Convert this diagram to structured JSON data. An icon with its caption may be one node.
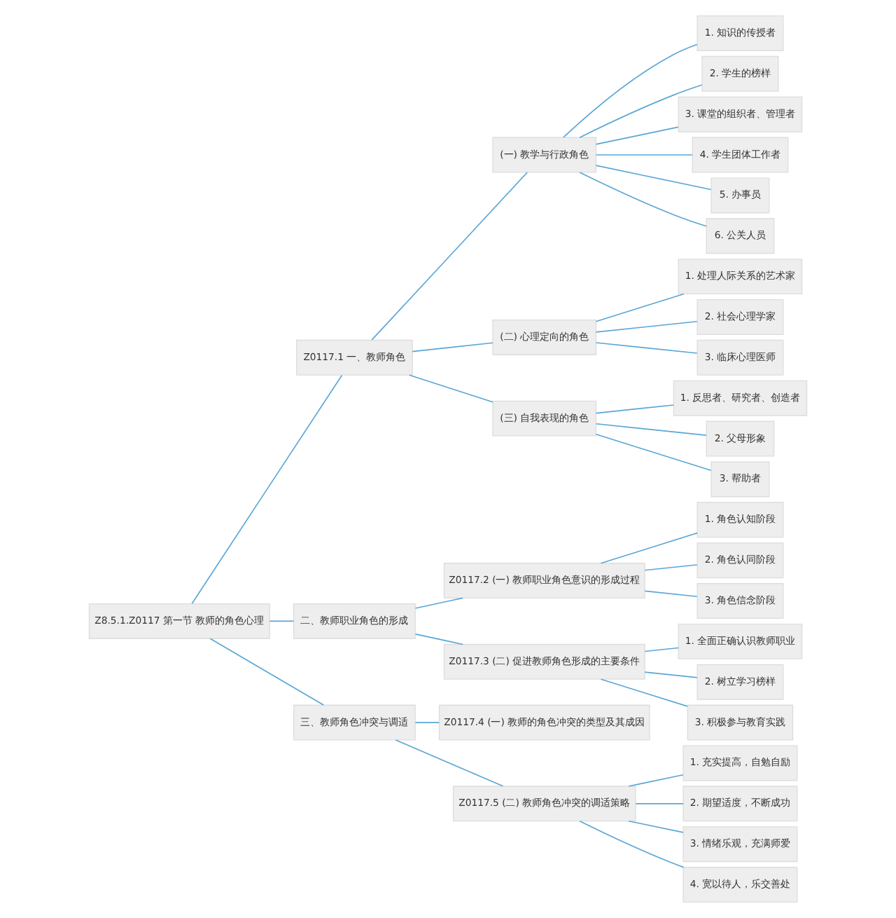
{
  "diagram": {
    "nodes": [
      {
        "text": [
          "Z8.5.1.Z0117 第一节 教师的角色心理"
        ]
      },
      {
        "text": [
          "Z0117.1 一、教师角色"
        ]
      },
      {
        "text": [
          "(一) 教学与行政角色"
        ]
      },
      {
        "text": [
          "1. 知识的传授者"
        ]
      },
      {
        "text": [
          "2. 学生的榜样"
        ]
      },
      {
        "text": [
          "3. 课堂的组织者、管理者"
        ]
      },
      {
        "text": [
          "4. 学生团体工作者"
        ]
      },
      {
        "text": [
          "5. 办事员"
        ]
      },
      {
        "text": [
          "6. 公关人员"
        ]
      },
      {
        "text": [
          "(二) 心理定向的角色"
        ]
      },
      {
        "text": [
          "1. 处理人际关系的艺术家"
        ]
      },
      {
        "text": [
          "2. 社会心理学家"
        ]
      },
      {
        "text": [
          "3. 临床心理医师"
        ]
      },
      {
        "text": [
          "(三) 自我表现的角色"
        ]
      },
      {
        "text": [
          "1. 反思者、研究者、创造者"
        ]
      },
      {
        "text": [
          "2. 父母形象"
        ]
      },
      {
        "text": [
          "3. 帮助者"
        ]
      },
      {
        "text": [
          "二、教师职业角色的形成"
        ]
      },
      {
        "text": [
          "Z0117.2 (一) 教师职业角色意识的形成过程"
        ]
      },
      {
        "text": [
          "1. 角色认知阶段"
        ]
      },
      {
        "text": [
          "2. 角色认同阶段"
        ]
      },
      {
        "text": [
          "3. 角色信念阶段"
        ]
      },
      {
        "text": [
          "Z0117.3 (二) 促进教师角色形成的主要条件"
        ]
      },
      {
        "text": [
          "1. 全面正确认识教师职业"
        ]
      },
      {
        "text": [
          "2. 树立学习榜样"
        ]
      },
      {
        "text": [
          "3. 积极参与教育实践"
        ]
      },
      {
        "text": [
          "三、教师角色冲突与调适"
        ]
      },
      {
        "text": [
          "Z0117.4 (一) 教师的角色冲突的类型及其成因"
        ]
      },
      {
        "text": [
          "Z0117.5 (二) 教师角色冲突的调适策略"
        ]
      },
      {
        "text": [
          "1. 充实提高，自勉自励"
        ]
      },
      {
        "text": [
          "2. 期望适度，不断成功"
        ]
      },
      {
        "text": [
          "3. 情绪乐观，充满师爱"
        ]
      },
      {
        "text": [
          "4. 宽以待人，乐交善处"
        ]
      }
    ],
    "edges": [
      {
        "from": 0,
        "to": 1,
        "arrow": "none"
      },
      {
        "from": 1,
        "to": 2,
        "arrow": "none"
      },
      {
        "from": 2,
        "to": 3,
        "arrow": "none"
      },
      {
        "from": 2,
        "to": 4,
        "arrow": "none"
      },
      {
        "from": 2,
        "to": 5,
        "arrow": "none"
      },
      {
        "from": 2,
        "to": 6,
        "arrow": "none"
      },
      {
        "from": 2,
        "to": 7,
        "arrow": "none"
      },
      {
        "from": 2,
        "to": 8,
        "arrow": "none"
      },
      {
        "from": 1,
        "to": 9,
        "arrow": "none"
      },
      {
        "from": 9,
        "to": 10,
        "arrow": "none"
      },
      {
        "from": 9,
        "to": 11,
        "arrow": "none"
      },
      {
        "from": 9,
        "to": 12,
        "arrow": "none"
      },
      {
        "from": 1,
        "to": 13,
        "arrow": "none"
      },
      {
        "from": 13,
        "to": 14,
        "arrow": "none"
      },
      {
        "from": 13,
        "to": 15,
        "arrow": "none"
      },
      {
        "from": 13,
        "to": 16,
        "arrow": "none"
      },
      {
        "from": 0,
        "to": 17,
        "arrow": "none"
      },
      {
        "from": 17,
        "to": 18,
        "arrow": "none"
      },
      {
        "from": 18,
        "to": 19,
        "arrow": "none"
      },
      {
        "from": 18,
        "to": 20,
        "arrow": "none"
      },
      {
        "from": 18,
        "to": 21,
        "arrow": "none"
      },
      {
        "from": 17,
        "to": 22,
        "arrow": "none"
      },
      {
        "from": 22,
        "to": 23,
        "arrow": "none"
      },
      {
        "from": 22,
        "to": 24,
        "arrow": "none"
      },
      {
        "from": 22,
        "to": 25,
        "arrow": "none"
      },
      {
        "from": 0,
        "to": 26,
        "arrow": "none"
      },
      {
        "from": 26,
        "to": 27,
        "arrow": "none"
      },
      {
        "from": 26,
        "to": 28,
        "arrow": "none"
      },
      {
        "from": 28,
        "to": 29,
        "arrow": "none"
      },
      {
        "from": 28,
        "to": 30,
        "arrow": "none"
      },
      {
        "from": 28,
        "to": 31,
        "arrow": "none"
      },
      {
        "from": 28,
        "to": 32,
        "arrow": "none"
      }
    ]
  }
}
